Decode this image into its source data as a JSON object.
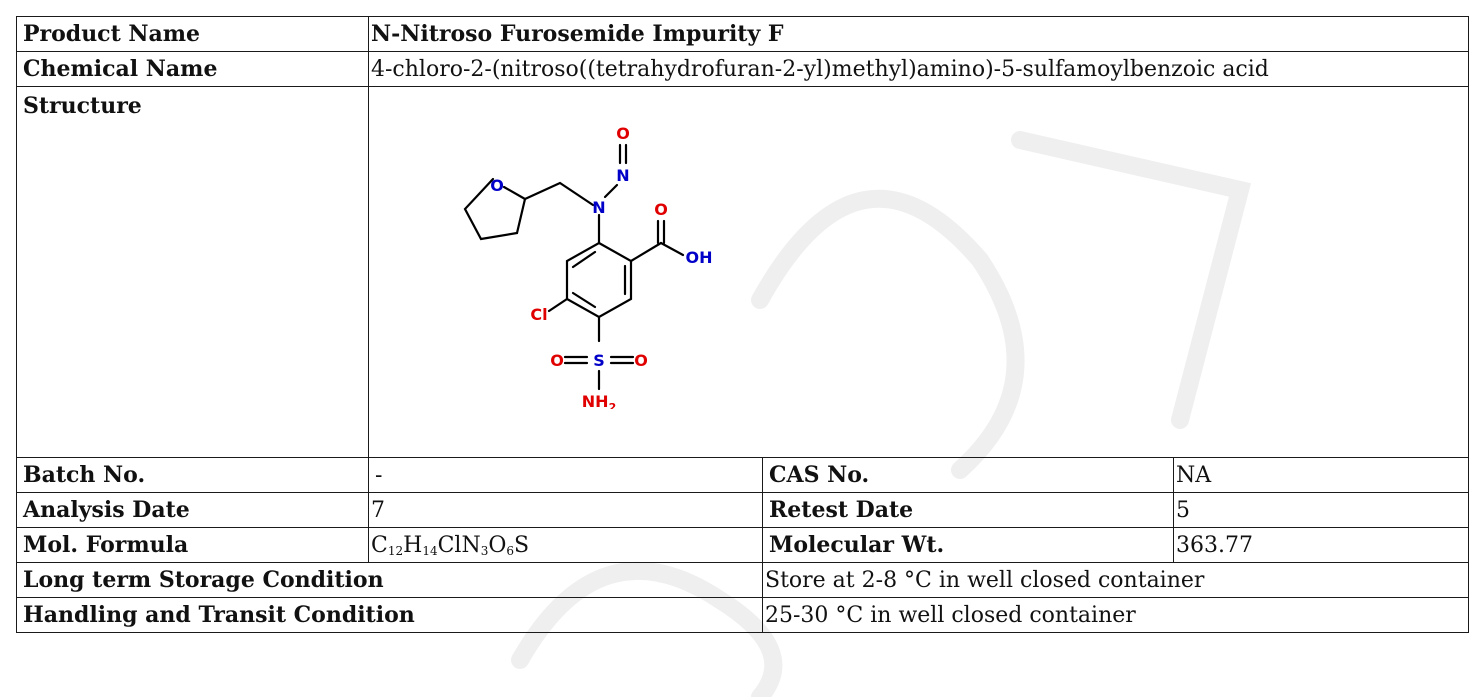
{
  "rows": {
    "product_name": {
      "label": "Product Name",
      "value": "N-Nitroso Furosemide Impurity F"
    },
    "chemical_name": {
      "label": "Chemical Name",
      "value": "4-chloro-2-(nitroso((tetrahydrofuran-2-yl)methyl)amino)-5-sulfamoylbenzoic acid"
    },
    "structure": {
      "label": "Structure"
    },
    "batch_no": {
      "label": "Batch No.",
      "value": "-"
    },
    "cas_no": {
      "label": "CAS No.",
      "value": "NA"
    },
    "analysis_date": {
      "label": "Analysis Date",
      "value": "7"
    },
    "retest_date": {
      "label": "Retest Date",
      "value": "5"
    },
    "mol_formula": {
      "label": "Mol. Formula",
      "parts": [
        {
          "t": "C",
          "s": "12"
        },
        {
          "t": "H",
          "s": "14"
        },
        {
          "t": "ClN",
          "s": "3"
        },
        {
          "t": "O",
          "s": "6"
        },
        {
          "t": "S",
          "s": ""
        }
      ]
    },
    "molecular_wt": {
      "label": "Molecular Wt.",
      "value": "363.77"
    },
    "long_term_storage": {
      "label": "Long term Storage Condition",
      "value": "Store at 2-8 °C in well closed container"
    },
    "handling_transit": {
      "label": "Handling and Transit Condition",
      "value": "25-30 °C in well closed container"
    }
  },
  "structure_atoms": {
    "o_nitroso": "O",
    "n_nitroso": "N",
    "n_amine": "N",
    "o_ring": "O",
    "o_carbonyl": "O",
    "oh": "OH",
    "cl": "Cl",
    "s": "S",
    "o_left": "O",
    "o_right": "O",
    "nh2": "NH",
    "nh2_sub": "2"
  },
  "colors": {
    "red": "#e00000",
    "blue": "#0000c8",
    "bond": "#000000",
    "watermark": "#eeeeee"
  }
}
